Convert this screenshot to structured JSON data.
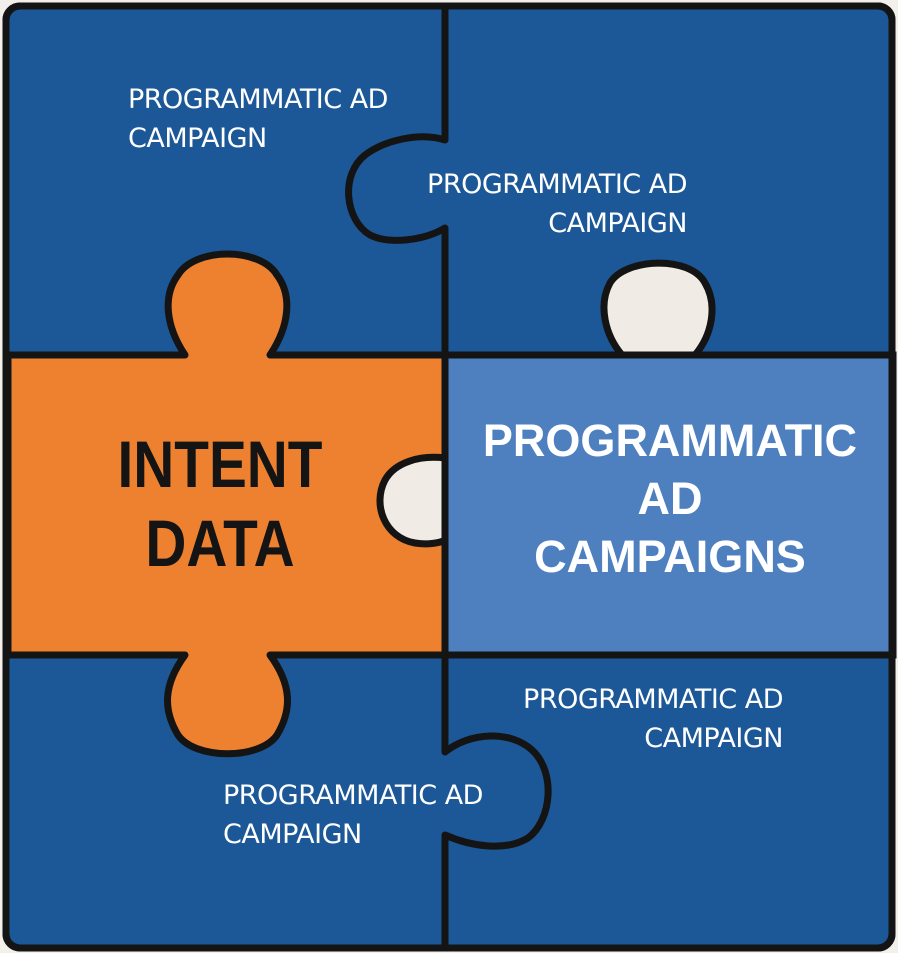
{
  "colors": {
    "dark_blue": "#1c5898",
    "orange": "#ed8130",
    "light_blue": "#4e80c0",
    "hole": "#f1ebe5",
    "outline": "#141414",
    "text_white": "#ffffff",
    "text_dark": "#141414"
  },
  "pieces": {
    "top_left": {
      "lines": [
        "PROGRAMMATIC AD",
        "CAMPAIGN"
      ]
    },
    "top_right": {
      "lines": [
        "PROGRAMMATIC AD",
        "CAMPAIGN"
      ]
    },
    "bottom_left": {
      "lines": [
        "PROGRAMMATIC AD",
        "CAMPAIGN"
      ]
    },
    "bottom_right": {
      "lines": [
        "PROGRAMMATIC AD",
        "CAMPAIGN"
      ]
    },
    "center_left": {
      "lines": [
        "INTENT",
        "DATA"
      ]
    },
    "center_right": {
      "lines": [
        "PROGRAMMATIC",
        "AD",
        "CAMPAIGNS"
      ]
    }
  }
}
